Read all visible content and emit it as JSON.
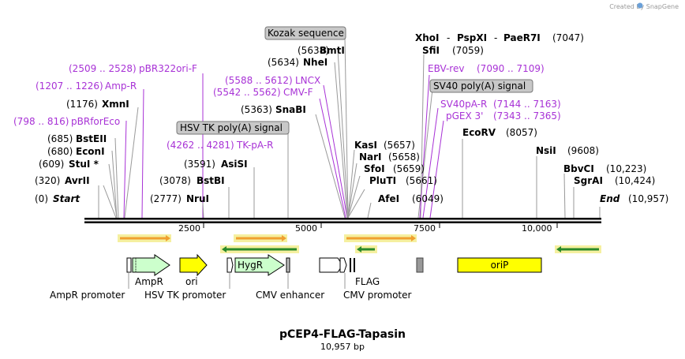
{
  "credit": "Created by SnapGene",
  "plasmid": {
    "name": "pCEP4-FLAG-Tapasin",
    "length": "10,957 bp"
  },
  "labels": {
    "kozak": "Kozak sequence",
    "hsvtk_polya": "HSV TK poly(A) signal",
    "sv40_polya": "SV40 poly(A) signal",
    "bmti_pos": "(5638)",
    "bmti": "BmtI",
    "nhei_pos": "(5634)",
    "nhei": "NheI",
    "xhoi": "XhoI",
    "dash1": "-",
    "pspxi": "PspXI",
    "dash2": "-",
    "paer7i": "PaeR7I",
    "xhoi_pos": "(7047)",
    "sfii": "SfiI",
    "sfii_pos": "(7059)",
    "pbr322ori_pos": "(2509 .. 2528)",
    "pbr322ori": "pBR322ori-F",
    "ampr_primer_pos": "(1207 .. 1226)",
    "ampr_primer": "Amp-R",
    "lncx_pos": "(5588 .. 5612)",
    "lncx": "LNCX",
    "cmvf_pos": "(5542 .. 5562)",
    "cmvf": "CMV-F",
    "ebvrev": "EBV-rev",
    "ebvrev_pos": "(7090 .. 7109)",
    "xmni_pos": "(1176)",
    "xmni": "XmnI",
    "snabi_pos": "(5363)",
    "snabi": "SnaBI",
    "pbrforeco_pos": "(798 .. 816)",
    "pbrforeco": "pBRforEco",
    "sv40pa": "SV40pA-R",
    "sv40pa_pos": "(7144 .. 7163)",
    "pgex": "pGEX 3'",
    "pgex_pos": "(7343 .. 7365)",
    "bsteii_pos": "(685)",
    "bsteii": "BstEII",
    "econi_pos": "(680)",
    "econi": "EconI",
    "stui_pos": "(609)",
    "stui": "StuI *",
    "avrii_pos": "(320)",
    "avrii": "AvrII",
    "start_pos": "(0)",
    "start": "Start",
    "tkpa_pos": "(4262 .. 4281)",
    "tkpa": "TK-pA-R",
    "asisi_pos": "(3591)",
    "asisi": "AsiSI",
    "bstbi_pos": "(3078)",
    "bstbi": "BstBI",
    "nrui_pos": "(2777)",
    "nrui": "NruI",
    "kasi": "KasI",
    "kasi_pos": "(5657)",
    "nari": "NarI",
    "nari_pos": "(5658)",
    "sfoi": "SfoI",
    "sfoi_pos": "(5659)",
    "pluti": "PluTI",
    "pluti_pos": "(5661)",
    "afei": "AfeI",
    "afei_pos": "(6049)",
    "ecorv": "EcoRV",
    "ecorv_pos": "(8057)",
    "nsii": "NsiI",
    "nsii_pos": "(9608)",
    "bbvci": "BbvCI",
    "bbvci_pos": "(10,223)",
    "sgrai": "SgrAI",
    "sgrai_pos": "(10,424)",
    "end": "End",
    "end_pos": "(10,957)"
  },
  "ticks": [
    "2500",
    "5000",
    "7500",
    "10,000"
  ],
  "features": {
    "ampr": "AmpR",
    "ori": "ori",
    "hygr": "HygR",
    "flag": "FLAG",
    "orip": "oriP",
    "ampr_promoter": "AmpR promoter",
    "hsvtk_promoter": "HSV TK promoter",
    "cmv_enhancer": "CMV enhancer",
    "cmv_promoter": "CMV promoter"
  },
  "colors": {
    "enzyme": "#000000",
    "primer": "#a832d6",
    "primer_line": "#a832d6",
    "orange_arrow": "#f0a030",
    "green_arrow": "#2a8a2a",
    "highlight": "#f5f0a0",
    "ampr_fill": "#ccffcc",
    "ori_fill": "#ffff00",
    "hygr_fill": "#ccffcc",
    "orip_fill": "#ffff00",
    "grey_box": "#c0c0c0"
  }
}
